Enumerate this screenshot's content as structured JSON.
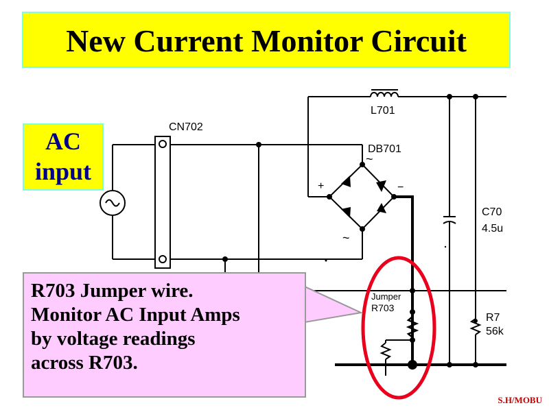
{
  "title": "New Current Monitor Circuit",
  "ac_label": {
    "line1": "AC",
    "line2": "input"
  },
  "components": {
    "cn702": "CN702",
    "l701": "L701",
    "db701": "DB701",
    "c70_value": "C70",
    "c70_sub": "4.5u",
    "r7_label": "R7",
    "r7_value": "56k",
    "jumper_top": "Jumper",
    "jumper_bottom": "R703",
    "db_plus": "+",
    "db_minus": "−",
    "db_tilde_top": "~",
    "db_tilde_bottom": "~"
  },
  "callout": {
    "lines": [
      "R703 Jumper wire.",
      "Monitor AC Input Amps",
      "by voltage readings",
      "across R703."
    ]
  },
  "footer": "S.H/MOBU",
  "colors": {
    "title_bg": "#ffff00",
    "title_border": "#7fffd4",
    "ac_text": "#00008b",
    "callout_bg": "#ffccff",
    "highlight": "#e8001c",
    "footer": "#cc0000"
  }
}
